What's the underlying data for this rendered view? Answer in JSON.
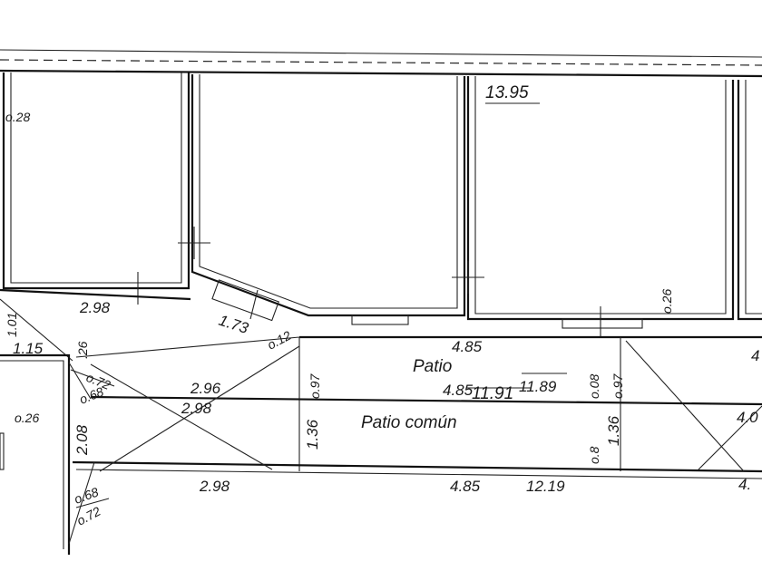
{
  "rooms": {
    "patio": "Patio",
    "patio_comun": "Patio común"
  },
  "dims": {
    "d_028": "o.28",
    "d_1395": "13.95",
    "d_026_top": "o.26",
    "d_298_a": "2.98",
    "d_173": "1.73",
    "d_101": "1.01",
    "d_115": "1.15",
    "d_026_l": ".26",
    "d_072_a": "o.72",
    "d_068_a": "o.68",
    "d_296": "2.96",
    "d_298_b": "2.98",
    "d_012": "o.12",
    "d_097_a": "o.97",
    "d_485_top": "4.85",
    "d_485_mid": "4.85",
    "d_1189": "11.89",
    "d_008_a": "o.08",
    "d_097_b": "o.97",
    "d_4_a": "4",
    "d_1191": "11.91",
    "d_026_left": "o.26",
    "d_208": "2.08",
    "d_136_a": "1.36",
    "d_136_b": "1.36",
    "d_008_b": "o.8",
    "d_4_b": "4.0",
    "d_068_b": "o.68",
    "d_072_b": "o.72",
    "d_298_c": "2.98",
    "d_485_bot": "4.85",
    "d_1219": "12.19",
    "d_4_c": "4."
  }
}
